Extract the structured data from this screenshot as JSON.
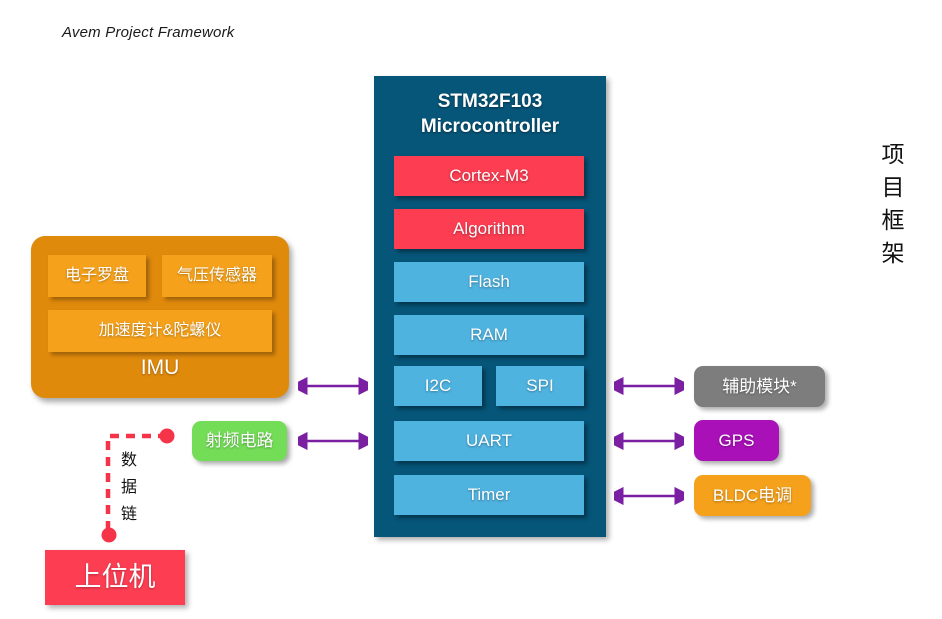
{
  "page": {
    "title": "Avem Project Framework",
    "side_label_chars": [
      "项",
      "目",
      "框",
      "架"
    ]
  },
  "mcu": {
    "name": "STM32F103",
    "subtitle": "Microcontroller",
    "blocks": [
      {
        "label": "Cortex-M3",
        "color": "#FC3D52",
        "kind": "core"
      },
      {
        "label": "Algorithm",
        "color": "#FC3D52",
        "kind": "core"
      },
      {
        "label": "Flash",
        "color": "#4FB3E0",
        "kind": "memory"
      },
      {
        "label": "RAM",
        "color": "#4FB3E0",
        "kind": "memory"
      },
      {
        "label": "I2C",
        "color": "#4FB3E0",
        "kind": "bus"
      },
      {
        "label": "SPI",
        "color": "#4FB3E0",
        "kind": "bus"
      },
      {
        "label": "UART",
        "color": "#4FB3E0",
        "kind": "bus"
      },
      {
        "label": "Timer",
        "color": "#4FB3E0",
        "kind": "bus"
      }
    ]
  },
  "imu": {
    "label": "IMU",
    "container_color": "#E08A0C",
    "block_color": "#F5A11B",
    "sensors": [
      {
        "label": "电子罗盘"
      },
      {
        "label": "气压传感器"
      },
      {
        "label": "加速度计&陀螺仪"
      }
    ]
  },
  "peripherals": [
    {
      "label": "辅助模块*",
      "color": "#7D7D7D"
    },
    {
      "label": "GPS",
      "color": "#A910B8"
    },
    {
      "label": "BLDC电调",
      "color": "#F5A11B"
    }
  ],
  "rf": {
    "label": "射频电路",
    "color": "#74DD58"
  },
  "host": {
    "label": "上位机",
    "color": "#FC3D52"
  },
  "datalink": {
    "chars": [
      "数",
      "据",
      "链"
    ],
    "color": "#F5344A"
  },
  "arrows": {
    "color": "#7B1FA2",
    "count": 5
  }
}
